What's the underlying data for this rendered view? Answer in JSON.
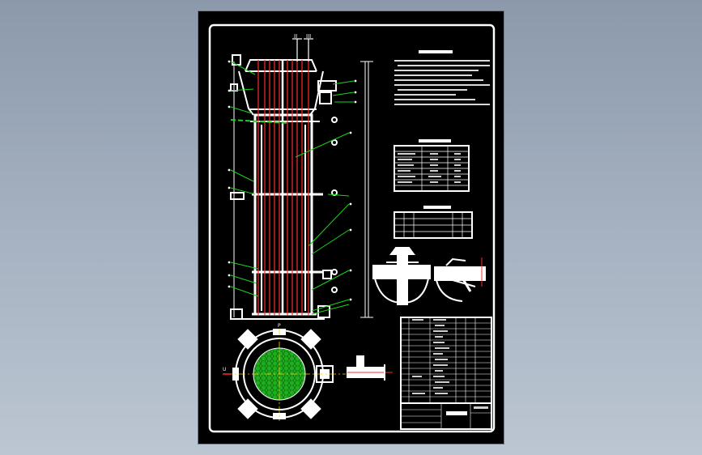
{
  "viewer": {
    "background_top": "#8c99ab",
    "background_bottom": "#bcc6d2",
    "sheet_color": "#000000"
  },
  "drawing": {
    "section_marks": [
      "II",
      "III"
    ],
    "cut_markers": [
      "P",
      "U"
    ],
    "colors": {
      "line": "#ffffff",
      "tubes": "#ff2a2a",
      "leaders": "#19d419",
      "tube_bundle": "#1fae1f",
      "centerline": "#ffd000"
    }
  }
}
